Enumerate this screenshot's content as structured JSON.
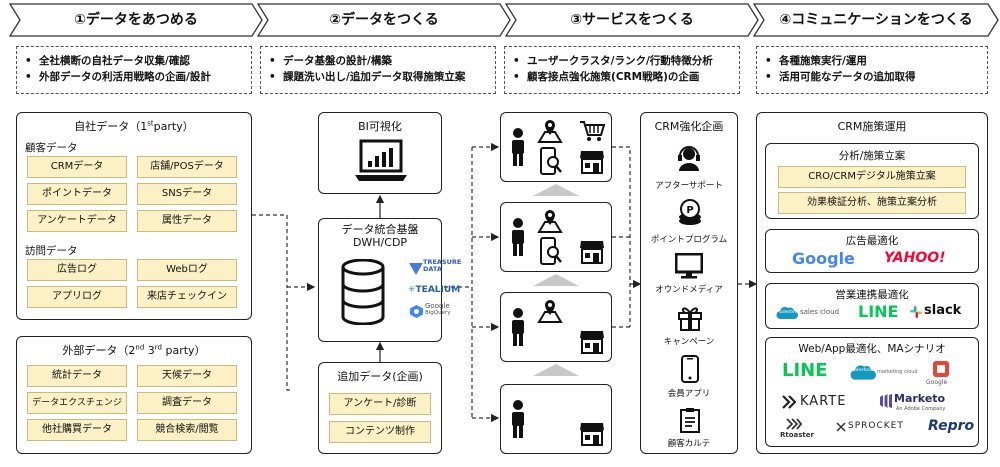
{
  "steps": [
    {
      "label": "①データをあつめる"
    },
    {
      "label": "②データをつくる"
    },
    {
      "label": "③サービスをつくる"
    },
    {
      "label": "④コミュニケーションをつくる"
    }
  ],
  "step_bullets": [
    [
      "全社横断の自社データ収集/確認",
      "外部データの利活用戦略の企画/設計"
    ],
    [
      "データ基盤の設計/構築",
      "課題洗い出し/追加データ取得施策立案"
    ],
    [
      "ユーザークラスタ/ランク/行動特徴分析",
      "顧客接点強化施策(CRM戦略)の企画"
    ],
    [
      "各種施策実行/運用",
      "活用可能なデータの追加取得"
    ]
  ],
  "bullet_mark": "•",
  "own_data": {
    "title": "自社データ（1",
    "title_sup": "st",
    "title_tail": "party）",
    "customer_label": "顧客データ",
    "customer_items": [
      "CRMデータ",
      "店舗/POSデータ",
      "ポイントデータ",
      "SNSデータ",
      "アンケートデータ",
      "属性データ"
    ],
    "visit_label": "訪問データ",
    "visit_items": [
      "広告ログ",
      "Webログ",
      "アプリログ",
      "来店チェックイン"
    ]
  },
  "ext_data": {
    "title_a": "外部データ（2",
    "sup1": "nd",
    "title_b": " 3",
    "sup2": "rd",
    "title_c": " party）",
    "items": [
      "統計データ",
      "天候データ",
      "データエクスチェンジ",
      "調査データ",
      "他社購買データ",
      "競合検索/閲覧"
    ]
  },
  "bi": {
    "title": "BI可視化"
  },
  "dwh": {
    "title_line1": "データ統合基盤",
    "title_line2": "DWH/CDP",
    "logos": {
      "treasure_1": "TREASURE",
      "treasure_2": "DATA",
      "tealium": "TEALIUM",
      "google_1": "Google",
      "google_2": "BigQuery"
    }
  },
  "additional": {
    "title": "追加データ(企画)",
    "items": [
      "アンケート/診断",
      "コンテンツ制作"
    ]
  },
  "crm_plan": {
    "title": "CRM強化企画",
    "items": [
      "アフターサポート",
      "ポイントプログラム",
      "オウンドメディア",
      "キャンペーン",
      "会員アプリ",
      "顧客カルテ"
    ]
  },
  "crm_exec": {
    "title": "CRM施策運用",
    "analysis": {
      "title": "分析/施策立案",
      "items": [
        "CRO/CRMデジタル施策立案",
        "効果検証分析、施策立案分析"
      ]
    },
    "ads": {
      "title": "広告最適化",
      "logos": {
        "google": "Google",
        "yahoo": "YAHOO!"
      }
    },
    "sales": {
      "title": "営業連携最適化",
      "logos": {
        "salesforce": "salesforce",
        "salesforce_sub": "sales cloud",
        "line": "LINE",
        "slack": "slack"
      }
    },
    "web": {
      "title": "Web/App最適化、MAシナリオ",
      "logos": {
        "line": "LINE",
        "salesforce": "salesforce",
        "salesforce_sub": "marketing cloud",
        "google": "Google",
        "karte": "KARTE",
        "marketo": "Marketo",
        "marketo_sub": "An Adobe Company",
        "rtoaster": "Rtoaster",
        "sprocket": "SPROCKET",
        "repro": "Repro"
      }
    }
  },
  "colors": {
    "tag_fill": "#fbf1c4",
    "tag_border": "#c9bb7e",
    "chevron": "#333333",
    "google_blue": "#4285f4",
    "line_green": "#06c755",
    "yahoo_red": "#ff0033"
  }
}
